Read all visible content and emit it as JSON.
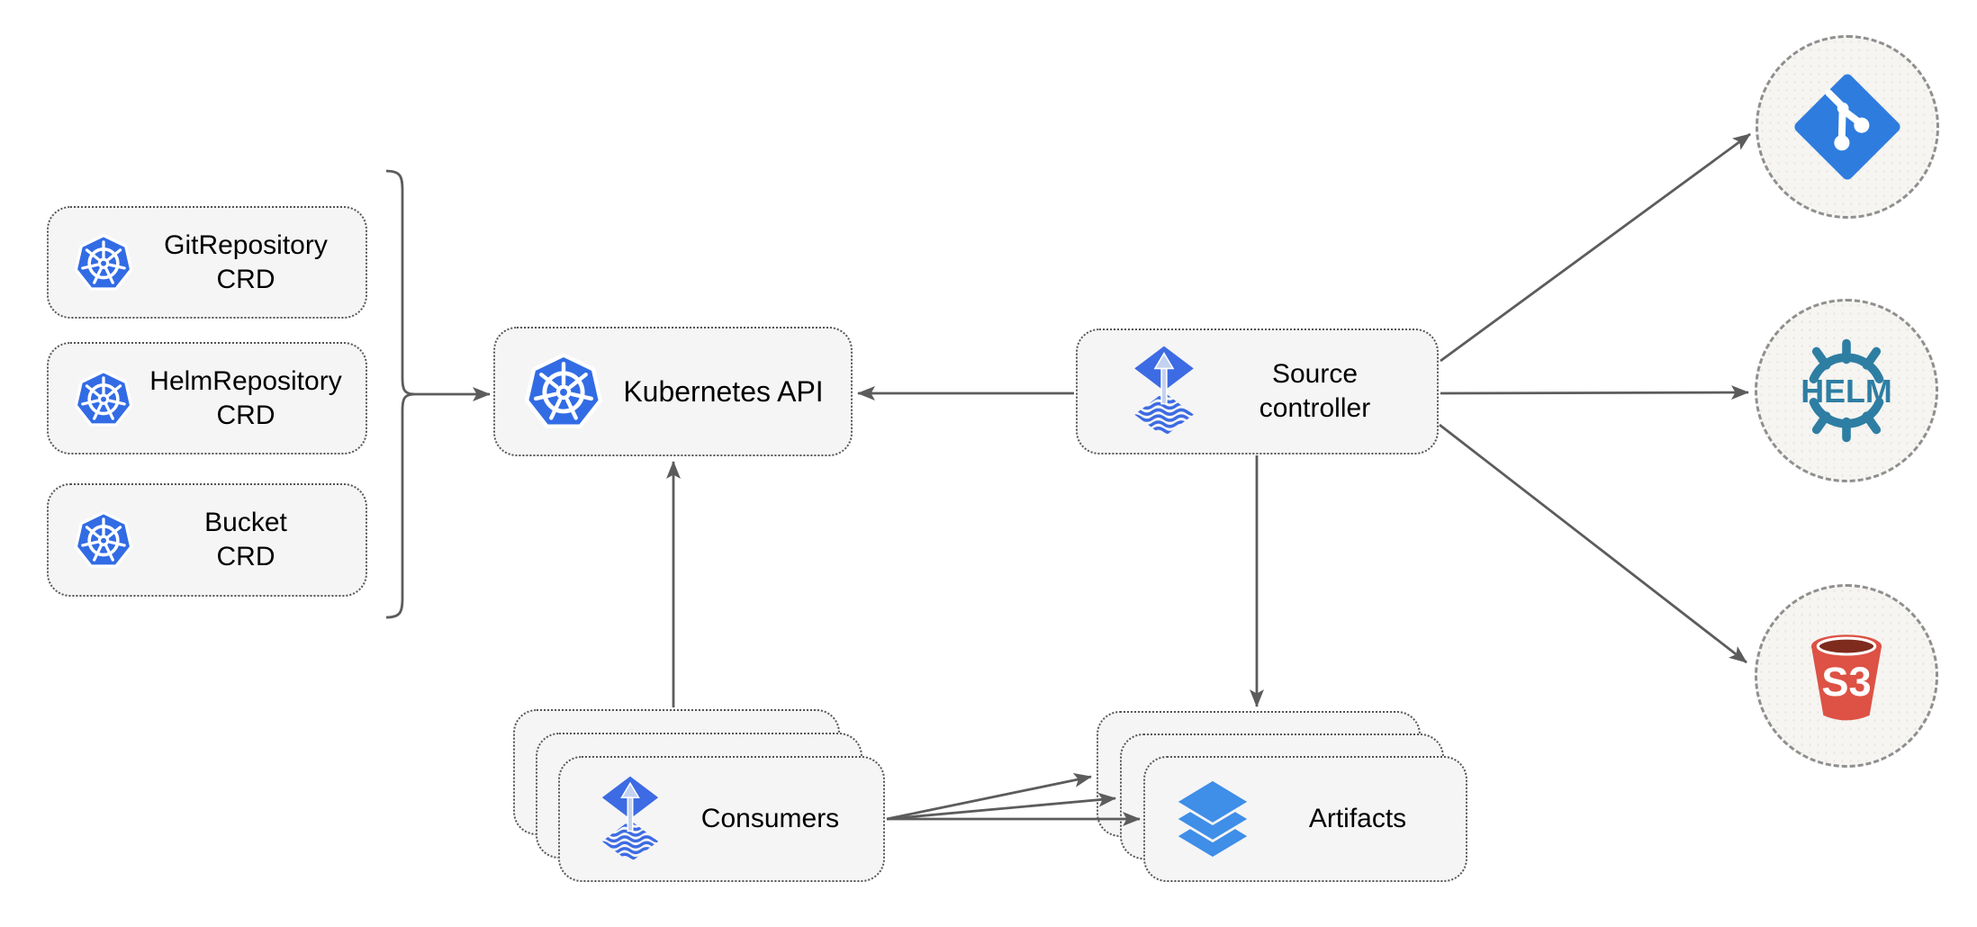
{
  "diagram": {
    "crd_boxes": [
      {
        "line1": "GitRepository",
        "line2": "CRD",
        "icon": "kubernetes-icon"
      },
      {
        "line1": "HelmRepository",
        "line2": "CRD",
        "icon": "kubernetes-icon"
      },
      {
        "line1": "Bucket",
        "line2": "CRD",
        "icon": "kubernetes-icon"
      }
    ],
    "kubernetes_api": {
      "label": "Kubernetes API",
      "icon": "kubernetes-icon"
    },
    "source_controller": {
      "line1": "Source",
      "line2": "controller",
      "icon": "flux-icon"
    },
    "consumers": {
      "label": "Consumers",
      "icon": "flux-icon",
      "stack_count": 3
    },
    "artifacts": {
      "label": "Artifacts",
      "icon": "layers-icon",
      "stack_count": 3
    },
    "external_sources": [
      {
        "name": "git",
        "icon": "git-icon",
        "label": ""
      },
      {
        "name": "helm",
        "icon": "helm-icon",
        "label": "HELM"
      },
      {
        "name": "s3",
        "icon": "s3-bucket-icon",
        "label": "S3"
      }
    ],
    "colors": {
      "kubernetes_blue": "#326CE5",
      "flux_blue": "#3D6BE3",
      "flux_arrow_light": "#C3D2F0",
      "layers_blue": "#3F8EE8",
      "git_blue": "#2E7CDE",
      "helm_teal": "#2E7EA3",
      "s3_red": "#DD5245",
      "s3_dark_red": "#7E2B1E",
      "connector_gray": "#5C5C5C",
      "node_fill": "#F5F5F5",
      "node_border": "#565656",
      "circle_border": "#8F8F8F"
    }
  }
}
